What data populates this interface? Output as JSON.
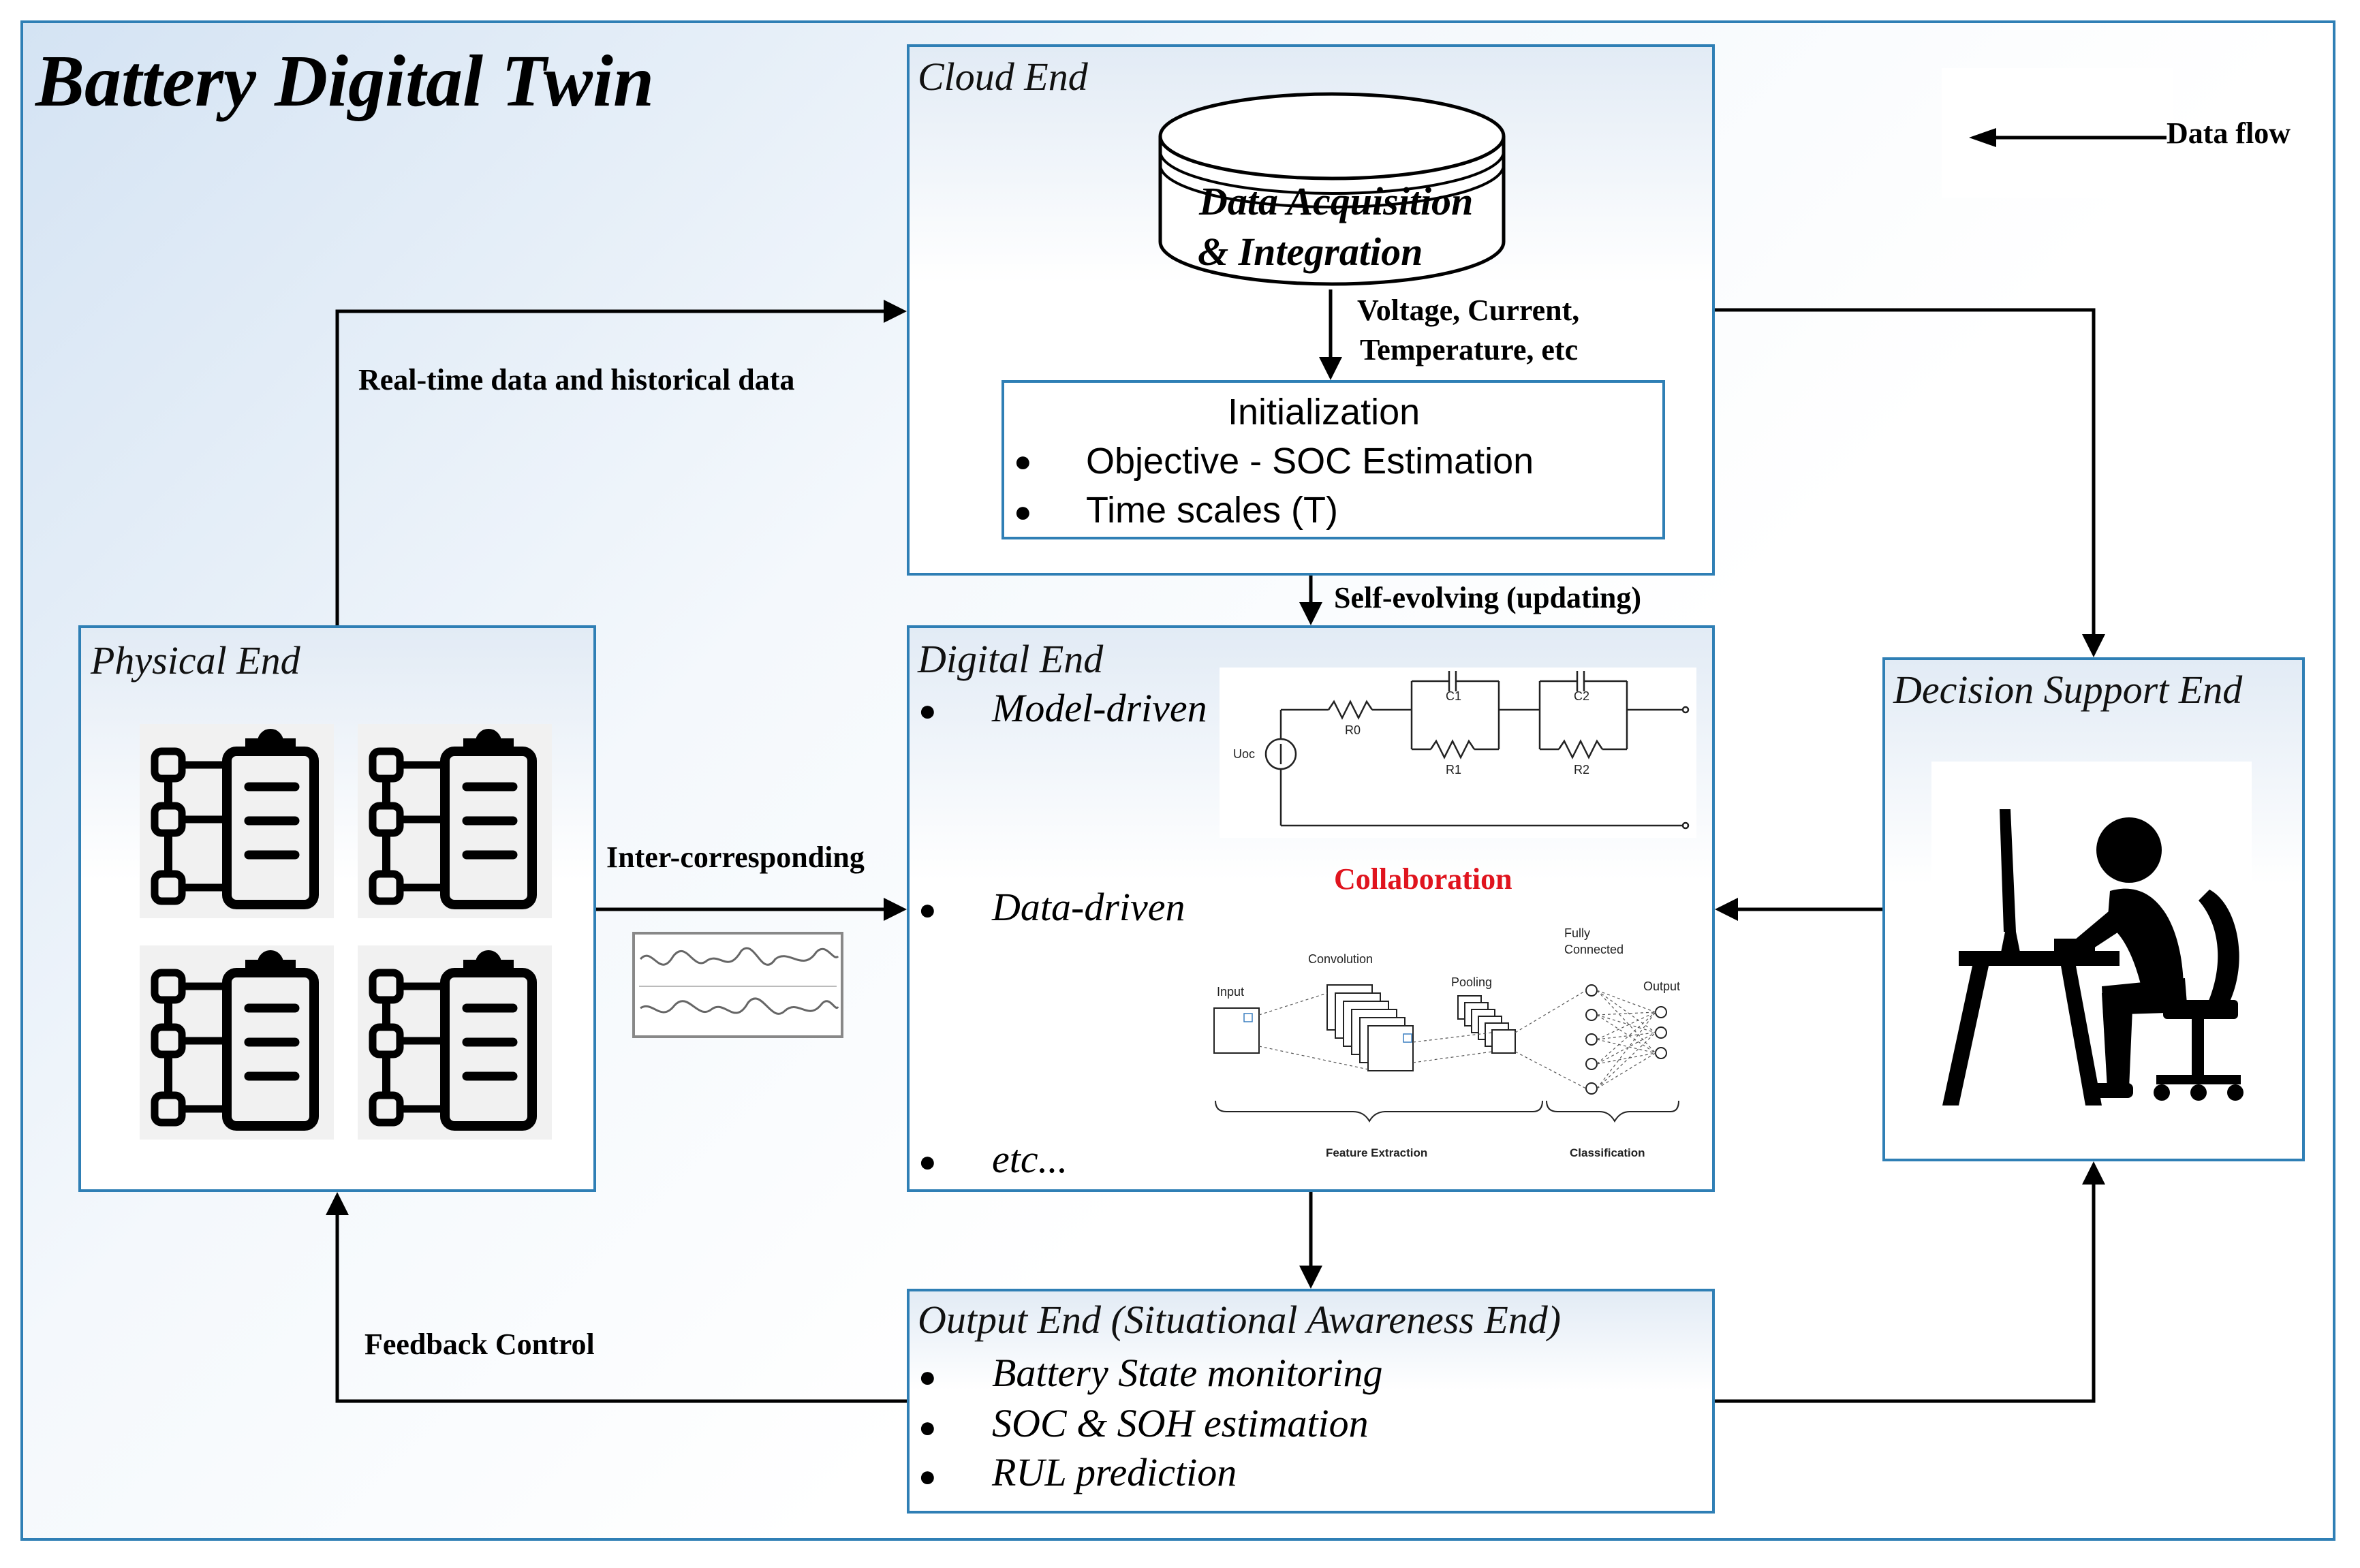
{
  "title": "Battery Digital Twin",
  "legend": {
    "label": "Data flow"
  },
  "cloud_end": {
    "title": "Cloud End",
    "database_line1": "Data Acquisition",
    "database_line2": "& Integration",
    "signals_line1": "Voltage, Current,",
    "signals_line2": "Temperature, etc",
    "initialization": {
      "heading": "Initialization",
      "items": [
        "Objective - SOC Estimation",
        "Time scales (T)"
      ]
    }
  },
  "physical_end": {
    "title": "Physical End"
  },
  "digital_end": {
    "title": "Digital End",
    "items": [
      "Model-driven",
      "Data-driven",
      "etc..."
    ],
    "collaboration": "Collaboration",
    "circuit_labels": {
      "r0": "R0",
      "c1": "C1",
      "c2": "C2",
      "r1": "R1",
      "r2": "R2",
      "uoc": "Uoc"
    },
    "cnn_labels": {
      "input": "Input",
      "convolution": "Convolution",
      "pooling": "Pooling",
      "fully_connected_1": "Fully",
      "fully_connected_2": "Connected",
      "output": "Output",
      "feature_extraction": "Feature Extraction",
      "classification": "Classification"
    }
  },
  "decision_end": {
    "title": "Decision Support End"
  },
  "output_end": {
    "title": "Output End (Situational Awareness End)",
    "items": [
      "Battery State monitoring",
      "SOC & SOH estimation",
      "RUL prediction"
    ]
  },
  "flows": {
    "realtime": "Real-time data and historical data",
    "self_evolving": "Self-evolving (updating)",
    "inter_corresponding": "Inter-corresponding",
    "feedback": "Feedback Control"
  },
  "colors": {
    "border": "#2f7fb5",
    "collaboration": "#e0141e",
    "arrow": "#000000"
  },
  "icons": [
    "database-icon",
    "checklist-icon",
    "waveform-icon",
    "person-at-computer-icon",
    "circuit-diagram",
    "cnn-diagram"
  ]
}
